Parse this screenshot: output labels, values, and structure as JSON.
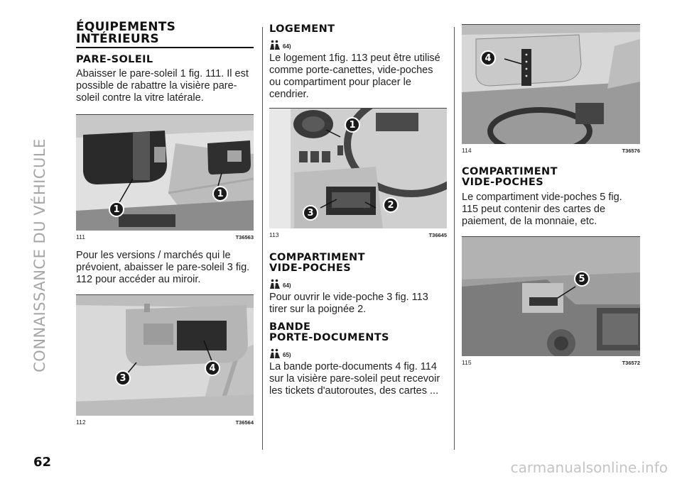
{
  "side_title": "CONNAISSANCE DU VÉHICULE",
  "page_number": "62",
  "watermark": "carmanualsonline.info",
  "col1": {
    "title_line1": "ÉQUIPEMENTS",
    "title_line2": "INTÉRIEURS",
    "section_title": "PARE-SOLEIL",
    "para1": "Abaisser le pare-soleil 1 fig. 111. Il est possible de rabattre la visière pare-soleil contre la vitre latérale.",
    "fig111": {
      "number": "111",
      "code": "T36563",
      "callouts": [
        "1",
        "1"
      ]
    },
    "para2": "Pour les versions / marchés qui le prévoient, abaisser le pare-soleil 3 fig. 112 pour accéder au miroir.",
    "fig112": {
      "number": "112",
      "code": "T36564",
      "callouts": [
        "3",
        "4"
      ]
    }
  },
  "col2": {
    "section1_title": "LOGEMENT",
    "section1_ref": "64)",
    "section1_text": "Le logement 1fig. 113 peut être utilisé comme porte-canettes, vide-poches ou compartiment pour placer le cendrier.",
    "fig113": {
      "number": "113",
      "code": "T36645",
      "callouts": [
        "1",
        "3",
        "2"
      ]
    },
    "section2_title_line1": "COMPARTIMENT",
    "section2_title_line2": "VIDE-POCHES",
    "section2_ref": "64)",
    "section2_text": "Pour ouvrir le vide-poche 3 fig. 113 tirer sur la poignée 2.",
    "section3_title_line1": "BANDE",
    "section3_title_line2": "PORTE-DOCUMENTS",
    "section3_ref": "65)",
    "section3_text": "La bande porte-documents 4 fig. 114 sur la visière pare-soleil peut recevoir les tickets d'autoroutes, des cartes ..."
  },
  "col3": {
    "fig114": {
      "number": "114",
      "code": "T36576",
      "callouts": [
        "4"
      ]
    },
    "section_title_line1": "COMPARTIMENT",
    "section_title_line2": "VIDE-POCHES",
    "section_text": "Le compartiment vide-poches 5 fig. 115 peut contenir des cartes de paiement, de la monnaie, etc.",
    "fig115": {
      "number": "115",
      "code": "T36572",
      "callouts": [
        "5"
      ]
    }
  }
}
